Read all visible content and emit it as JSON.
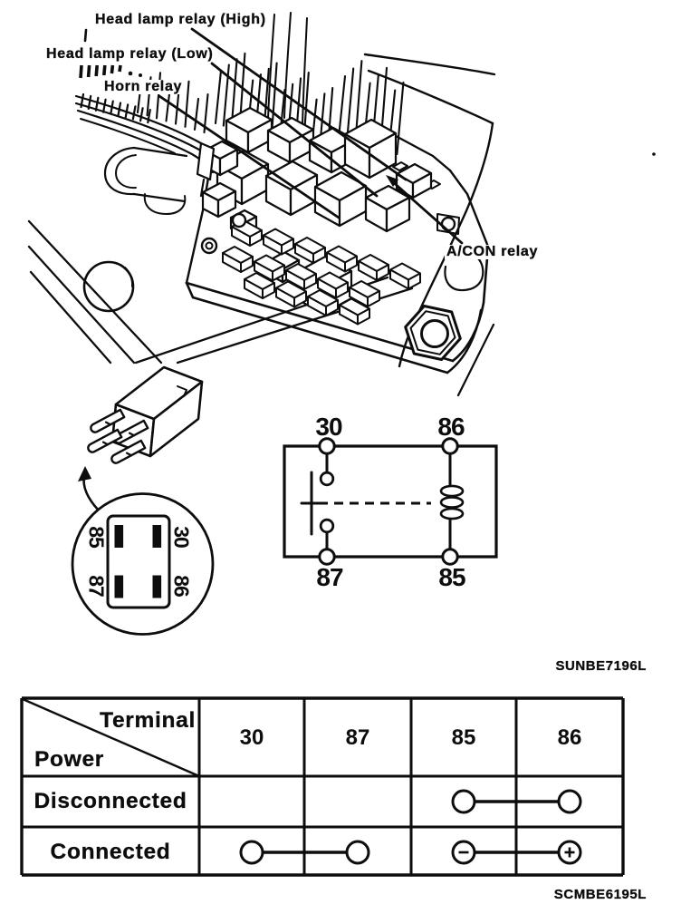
{
  "page": {
    "background": "#ffffff",
    "ink": "#0d0d0d"
  },
  "figure": {
    "labels": {
      "headlamp_high": "Head lamp relay (High)",
      "headlamp_low": "Head lamp relay (Low)",
      "horn": "Horn relay",
      "acon": "A/CON relay"
    },
    "code": "SUNBE7196L"
  },
  "pin_view": {
    "top_left": "85",
    "bottom_left": "87",
    "top_right": "30",
    "bottom_right": "86"
  },
  "schematic": {
    "top_left": "30",
    "top_right": "86",
    "bottom_left": "87",
    "bottom_right": "85"
  },
  "table": {
    "code": "SCMBE6195L",
    "corner": {
      "top": "Terminal",
      "bottom": "Power"
    },
    "columns": [
      "30",
      "87",
      "85",
      "86"
    ],
    "rows": [
      {
        "label": "Disconnected",
        "links": [
          {
            "from": 2,
            "to": 3,
            "start": "circle",
            "end": "circle"
          }
        ]
      },
      {
        "label": "Connected",
        "links": [
          {
            "from": 0,
            "to": 1,
            "start": "circle",
            "end": "circle"
          },
          {
            "from": 2,
            "to": 3,
            "start": "minus",
            "end": "plus"
          }
        ]
      }
    ]
  }
}
